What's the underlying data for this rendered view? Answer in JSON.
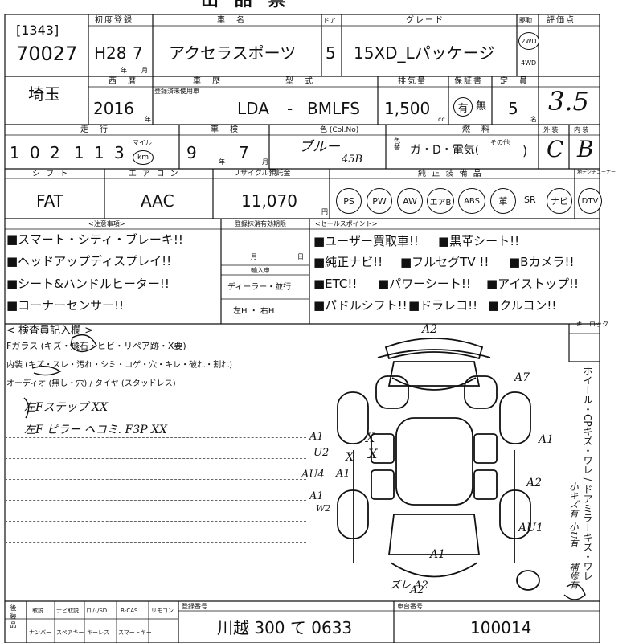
{
  "title": "出 品 票",
  "headers": {
    "first_reg": "初度登録",
    "car_name": "車　名",
    "door": "ドア",
    "grade": "グレード",
    "drive": "駆動",
    "score": "評価点",
    "pref": "西　暦",
    "year_type": "車　歴",
    "model": "型　式",
    "displacement": "排気量",
    "warranty": "保証書",
    "capacity": "定　員",
    "mileage": "走　行",
    "cert": "車　検",
    "color": "色 (Col.No)",
    "fuel": "燃　料",
    "exterior": "外 装",
    "interior": "内 装",
    "shift": "シ フ ト",
    "aircon": "エ ア コ ン",
    "recycle": "リサイクル預託金",
    "options": "純 正 装 備 品",
    "tuner": "地デジチューナー",
    "cautions": "<注意事項>",
    "reg_expiry": "登録抹消有効期限",
    "sales_points": "<セールスポイント>",
    "inspector": "< 検査員記入欄 >",
    "keylock": "キーロック",
    "reg_number": "登録番号",
    "chassis": "車台番号",
    "rear_label": "後 装 品"
  },
  "lot": {
    "code": "[1343]",
    "number": "70027"
  },
  "first_reg": {
    "era": "H28",
    "month": "7",
    "year_unit": "年",
    "month_unit": "月"
  },
  "car_name": "アクセラスポーツ",
  "doors": "5",
  "grade": "15XD_Lパッケージ",
  "drive": {
    "two": "2WD",
    "four": "4WD"
  },
  "score": "3.5",
  "region": "埼玉",
  "year": {
    "value": "2016",
    "unit": "年",
    "note": "登録済未使用車"
  },
  "model": {
    "prefix": "LDA",
    "sep": "-",
    "code": "BMLFS"
  },
  "displacement": {
    "value": "1,500",
    "unit": "cc"
  },
  "warranty": {
    "yes": "有",
    "no": "無"
  },
  "capacity": {
    "value": "5",
    "unit": "名"
  },
  "mileage": {
    "digits": [
      "1",
      "0",
      "2",
      "1",
      "1",
      "3"
    ],
    "unit_top": "マイル",
    "unit": "km"
  },
  "cert": {
    "year": "9",
    "year_unit": "年",
    "month": "7",
    "month_unit": "月"
  },
  "color": {
    "name": "ブルー",
    "code": "45B",
    "change_label": "色替"
  },
  "fuel": {
    "options": "ガ・D・電気(",
    "other": "その他",
    "close": ")"
  },
  "exterior": "C",
  "interior": "B",
  "shift": "FAT",
  "aircon": "AAC",
  "recycle": {
    "value": "11,070",
    "unit": "円"
  },
  "options": [
    "PS",
    "PW",
    "AW",
    "エアB",
    "ABS",
    "革",
    "SR",
    "ナビ",
    "DTV"
  ],
  "cautions": [
    "■スマート・シティ・ブレーキ!!",
    "■ヘッドアップディスプレイ!!",
    "■シート&ハンドルヒーター!!",
    "■コーナーセンサー!!"
  ],
  "reg_expiry": {
    "month": "月",
    "day": "日",
    "import_label": "輸入車",
    "dealer": "ディーラー・並行",
    "handle": "左H ・ 右H"
  },
  "sales_points": [
    "■ユーザー買取車!!",
    "■黒革シート!!",
    "■純正ナビ!!",
    "■フルセグTV !!",
    "■Bカメラ!!",
    "■ETC!!",
    "■パワーシート!!",
    "■アイストップ!!",
    "■パドルシフト!!",
    "■ドラレコ!!",
    "■クルコン!!"
  ],
  "inspector": {
    "glass": "Fガラス (キズ・飛石・ヒビ・リペア跡・X要)",
    "interior": "内装 (キズ・スレ・汚れ・シミ・コゲ・穴・キレ・破れ・割れ)",
    "audio": "オーディオ (無し・穴) / タイヤ (スタッドレス)",
    "hand_1": "左Fステップ XX",
    "hand_2": "左F ピラー ヘコミ. F3P XX"
  },
  "wheel_note": "ホイール・CPキズ・ワレ / ドアミラーキズ・ワレ",
  "wheel_sub": [
    "小キズ有",
    "小U有",
    "補修有"
  ],
  "damage_marks": [
    "A2",
    "A7",
    "A1",
    "A1",
    "A2",
    "AU1",
    "A1",
    "A2",
    "U2",
    "AU4",
    "A1",
    "W2",
    "A1",
    "ズレ A2",
    "X",
    "X",
    "X"
  ],
  "footer": {
    "labels": [
      "取説",
      "ナビ取説",
      "ロム/SD",
      "B-CAS",
      "リモコン"
    ],
    "labels2": [
      "ナンバー",
      "スペアキー",
      "キーレス",
      "スマートキー"
    ],
    "reg_value": "川越 300 て 0633",
    "chassis_value": "100014"
  }
}
